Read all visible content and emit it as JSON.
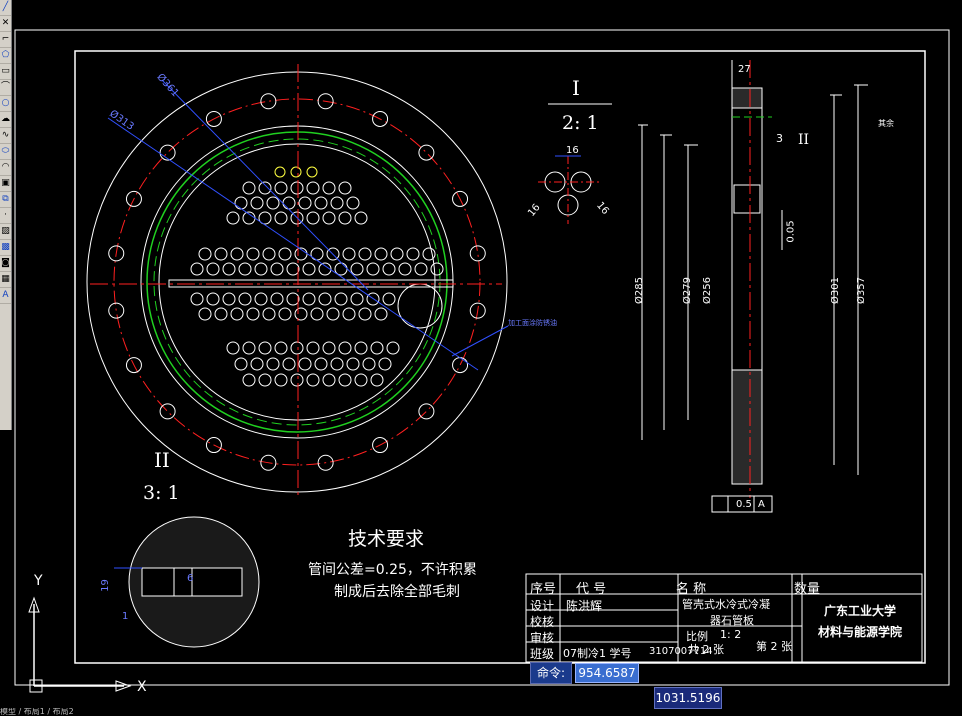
{
  "toolbar": {
    "tools": [
      {
        "name": "line-tool",
        "glyph": "╱"
      },
      {
        "name": "construction-line-tool",
        "glyph": "✕"
      },
      {
        "name": "polyline-tool",
        "glyph": "⌐"
      },
      {
        "name": "polygon-tool",
        "glyph": "⬠"
      },
      {
        "name": "rectangle-tool",
        "glyph": "▭"
      },
      {
        "name": "arc-tool",
        "glyph": "⌒"
      },
      {
        "name": "circle-tool",
        "glyph": "○"
      },
      {
        "name": "revision-cloud-tool",
        "glyph": "☁"
      },
      {
        "name": "spline-tool",
        "glyph": "∿"
      },
      {
        "name": "ellipse-tool",
        "glyph": "⬭"
      },
      {
        "name": "ellipse-arc-tool",
        "glyph": "◠"
      },
      {
        "name": "insert-block-tool",
        "glyph": "▣"
      },
      {
        "name": "make-block-tool",
        "glyph": "⧉"
      },
      {
        "name": "point-tool",
        "glyph": "·"
      },
      {
        "name": "hatch-tool",
        "glyph": "▨"
      },
      {
        "name": "gradient-tool",
        "glyph": "▩"
      },
      {
        "name": "region-tool",
        "glyph": "◙"
      },
      {
        "name": "table-tool",
        "glyph": "▦"
      },
      {
        "name": "multiline-text-tool",
        "glyph": "A"
      }
    ]
  },
  "drawing": {
    "labels": {
      "dia_361": "Ø361",
      "dia_313": "Ø313",
      "section_i_mark": "I",
      "section_i_scale": "2: 1",
      "dim_16_top": "16",
      "dim_16_left": "16",
      "dim_16_right": "16",
      "section_ii_mark": "II",
      "section_ii_scale": "3: 1",
      "dim_27": "27",
      "dim_3": "3",
      "detail_ii": "II",
      "dim_dia285": "Ø285",
      "dim_dia279": "Ø279",
      "dim_dia256": "Ø256",
      "dim_dia301": "Ø301",
      "dim_dia357": "Ø357",
      "tol_val": "0.5",
      "tol_datum": "A",
      "tol_flat_val": "0.05",
      "detail_19": "19",
      "detail_6": "6",
      "detail_1": "1",
      "surface_note": "其余",
      "pointer_note": "加工面涂防锈油"
    },
    "tech_title": "技术要求",
    "tech_line1": "管间公差=0.25，不许积累",
    "tech_line2": "制成后去除全部毛刺"
  },
  "title_block": {
    "h_seq": "序号",
    "h_code": "代   号",
    "h_name": "名         称",
    "h_qty": "数量",
    "design_label": "设计",
    "designer": "陈洪辉",
    "part_name_1": "管壳式水冷式冷凝",
    "part_name_2": "器石管板",
    "check_label": "校核",
    "review_label": "审核",
    "class_label": "班级",
    "class_value": "07制冷1 学号",
    "student_no": "3107007714",
    "scale_label": "比例",
    "scale_value": "1: 2",
    "sheet_total": "共 2 张",
    "sheet_no": "第 2 张",
    "school": "广东工业大学",
    "college": "材料与能源学院"
  },
  "ucs": {
    "x_label": "X",
    "y_label": "Y"
  },
  "command": {
    "prompt_label": "命令:",
    "input_value": "954.6587",
    "coord_tooltip": "1031.5196"
  },
  "status": {
    "text": "模型 / 布局1 / 布局2"
  }
}
